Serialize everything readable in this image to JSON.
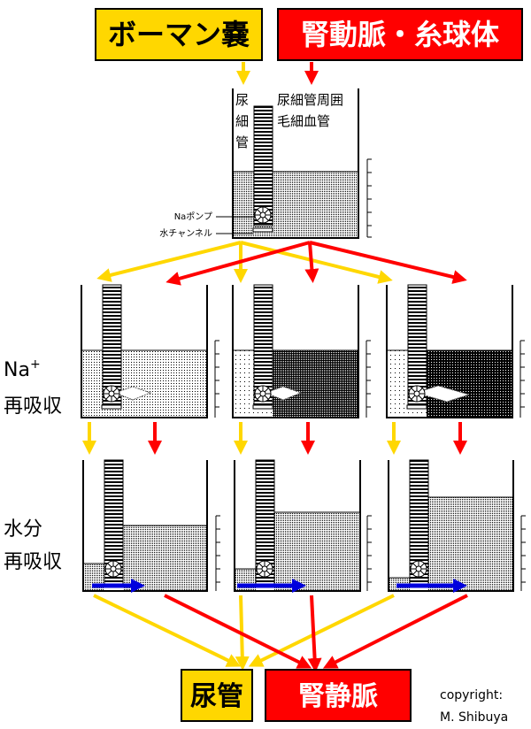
{
  "top": {
    "bowman": "ボーマン嚢",
    "artery": "腎動脈・糸球体"
  },
  "first_tank": {
    "tubule_chars": [
      "尿",
      "細",
      "管"
    ],
    "capillary_line1": "尿細管周囲",
    "capillary_line2": "毛細血管",
    "pump_label": "Naポンプ",
    "channel_label": "水チャンネル"
  },
  "labels": {
    "na_line1": "Na",
    "na_sup": "+",
    "na_line2": "再吸収",
    "water_line1": "水分",
    "water_line2": "再吸収"
  },
  "bottom": {
    "urine": "尿管",
    "vein": "腎静脈"
  },
  "copyright": {
    "line1": "copyright:",
    "line2": "M. Shibuya"
  },
  "colors": {
    "yellow": "#FFD700",
    "red": "#FF0000",
    "blue": "#0000DD"
  }
}
